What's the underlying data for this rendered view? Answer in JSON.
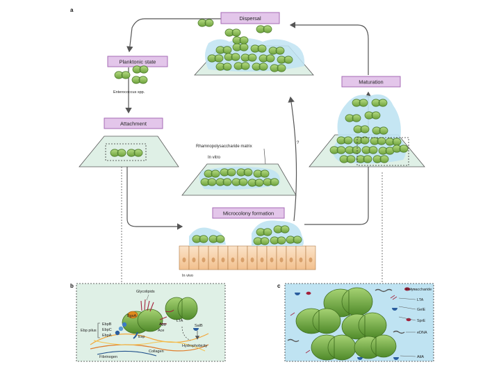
{
  "panel_labels": {
    "a": "a",
    "b": "b",
    "c": "c"
  },
  "stages": {
    "dispersal": "Dispersal",
    "planktonic": "Planktonic state",
    "attachment": "Attachment",
    "microcolony": "Microcolony formation",
    "maturation": "Maturation"
  },
  "labels": {
    "species": "Enterococcus spp.",
    "matrix": "Rhamnopolysaccharide matrix",
    "in_vitro": "In vitro",
    "in_vivo": "In vivo",
    "question": "?"
  },
  "panel_b": {
    "glycolipids": "Glycolipids",
    "bgsA": "BgsA",
    "ebp_pilus": "Ebp pilus",
    "ebpB": "EbpB",
    "ebpC": "EbpC",
    "ebpA": "EbpA",
    "esp": "Esp",
    "agg": "Agg",
    "ace": "Ace",
    "lta": "LTA",
    "salB": "SalB",
    "hydrophobicity": "Hydrophobicity",
    "collagen": "Collagen",
    "fibrinogen": "Fibrinogen"
  },
  "panel_c": {
    "polysaccharide": "Polysaccharide",
    "lta": "LTA",
    "gelE": "GelE",
    "sprE": "SprE",
    "eDNA": "eDNA",
    "atlA": "AtlA"
  },
  "colors": {
    "cell_green": "#8fc25a",
    "cell_dark": "#4e7d2c",
    "surface": "#dff0e6",
    "matrix": "#bfe3f2",
    "label_box": "#e3c6ea",
    "label_border": "#a46ab4",
    "arrow": "#555555"
  }
}
